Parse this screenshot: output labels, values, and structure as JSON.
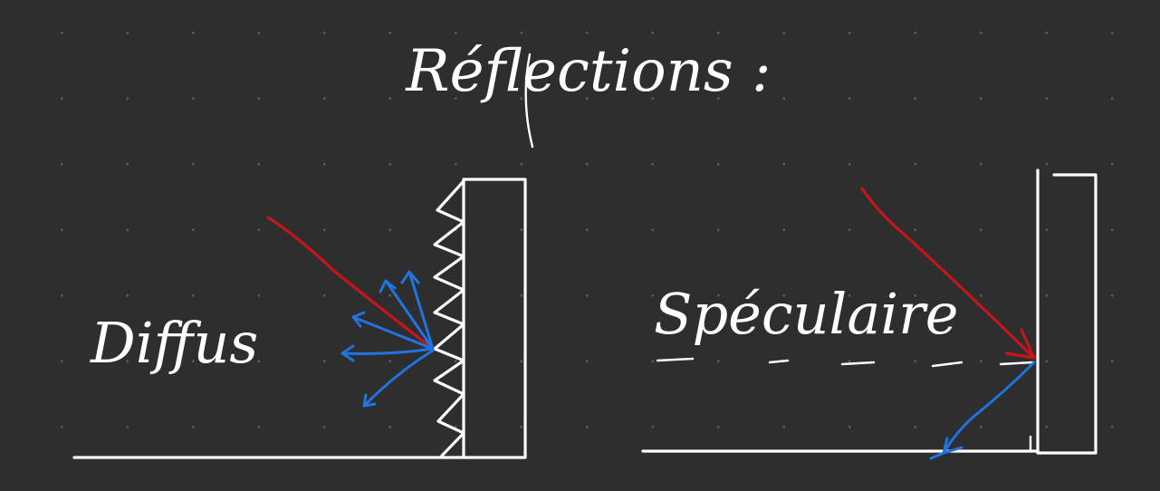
{
  "title": "Réflections :",
  "diffuse": {
    "label": "Diffus"
  },
  "specular": {
    "label": "Spéculaire"
  },
  "colors": {
    "background": "#2e2e2e",
    "grid_dot": "#5e5e5e",
    "ink": "#ffffff",
    "incident_ray": "#c4161c",
    "reflected_ray": "#1f74e0"
  }
}
